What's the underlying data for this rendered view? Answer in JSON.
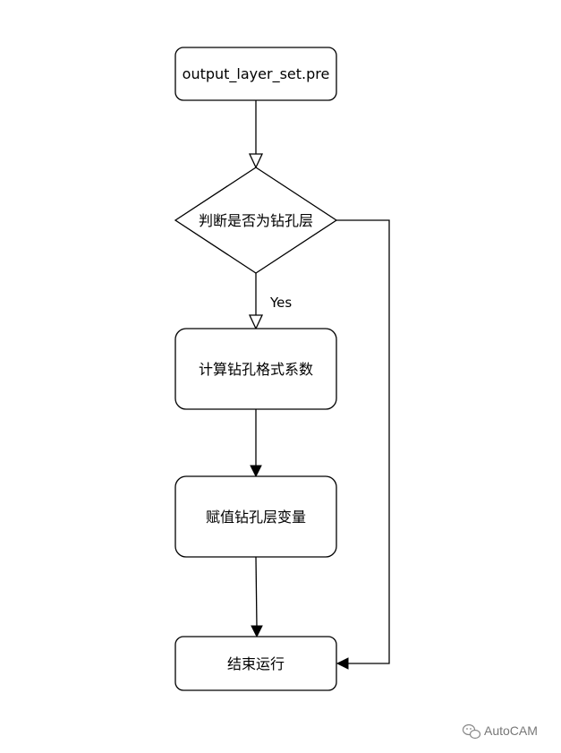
{
  "diagram": {
    "nodes": {
      "start": "output_layer_set.pre",
      "decision": "判断是否为钻孔层",
      "calc": "计算钻孔格式系数",
      "assign": "赋值钻孔层变量",
      "end": "结束运行"
    },
    "edge_labels": {
      "yes": "Yes"
    }
  },
  "watermark": {
    "text": "AutoCAM",
    "icon": "wechat-icon"
  }
}
